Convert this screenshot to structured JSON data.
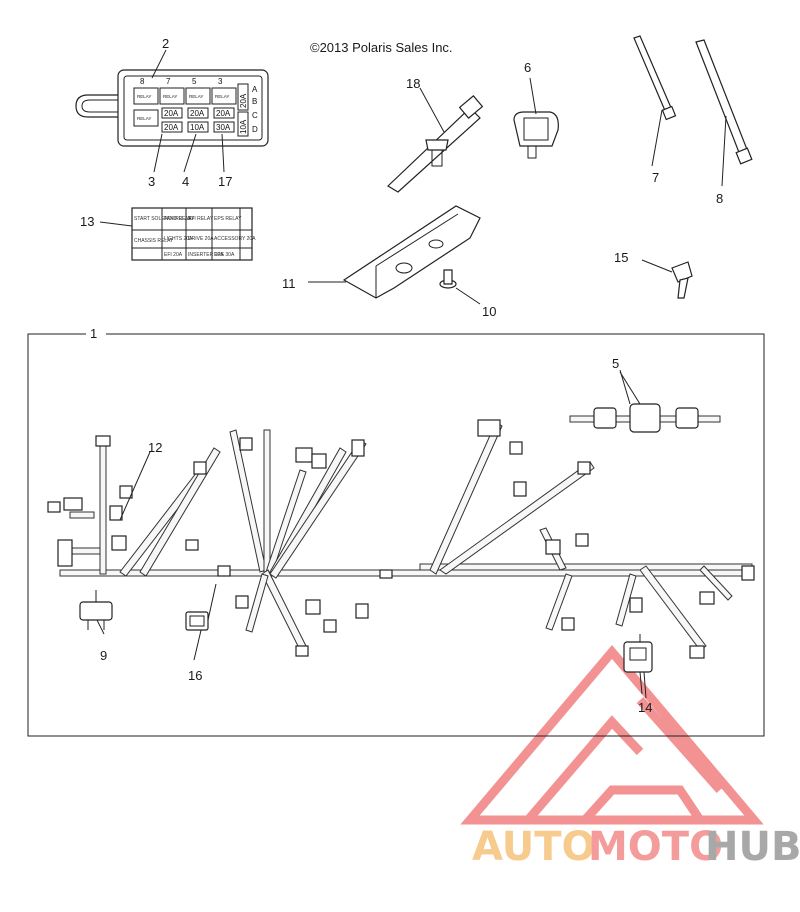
{
  "copyright": "©2013 Polaris Sales Inc.",
  "callouts": {
    "c1": "1",
    "c2": "2",
    "c3": "3",
    "c4": "4",
    "c5": "5",
    "c6": "6",
    "c7": "7",
    "c8": "8",
    "c9": "9",
    "c10": "10",
    "c11": "11",
    "c12": "12",
    "c13": "13",
    "c14": "14",
    "c15": "15",
    "c16": "16",
    "c17": "17",
    "c18": "18"
  },
  "fuse_box": {
    "top_fuses": [
      "7",
      "5",
      "3"
    ],
    "small_top": "8",
    "relay_label": "RELAY",
    "row1_fuses": [
      "20A",
      "20A",
      "20A"
    ],
    "row2_fuses": [
      "20A",
      "10A",
      "30A"
    ],
    "side_fuses": [
      "20A",
      "10A"
    ],
    "row_letters": [
      "A",
      "B",
      "C",
      "D"
    ]
  },
  "fuse_label_card": {
    "r1c1": "START SOLENOID RELAY",
    "r1c2": "FAN RELAY",
    "r1c3": "EFI RELAY",
    "r1c4": "EPS RELAY",
    "r2c1": "CHASSIS RELAY",
    "r2c2": "LIGHTS 20A",
    "r2c3": "DRIVE 20A",
    "r2c4": "ACCESSORY 20A",
    "r3c2": "EFI 20A",
    "r3c3": "INSERTER 10A",
    "r3c4": "EPS 30A"
  },
  "watermark": {
    "auto": "AUTO",
    "moto": "MOTO",
    "hub": "HUB",
    "triangle_color": "#e84a4a",
    "auto_color": "#f5c37a",
    "moto_color": "#f38b8b",
    "hub_color": "#9a9a9a"
  }
}
